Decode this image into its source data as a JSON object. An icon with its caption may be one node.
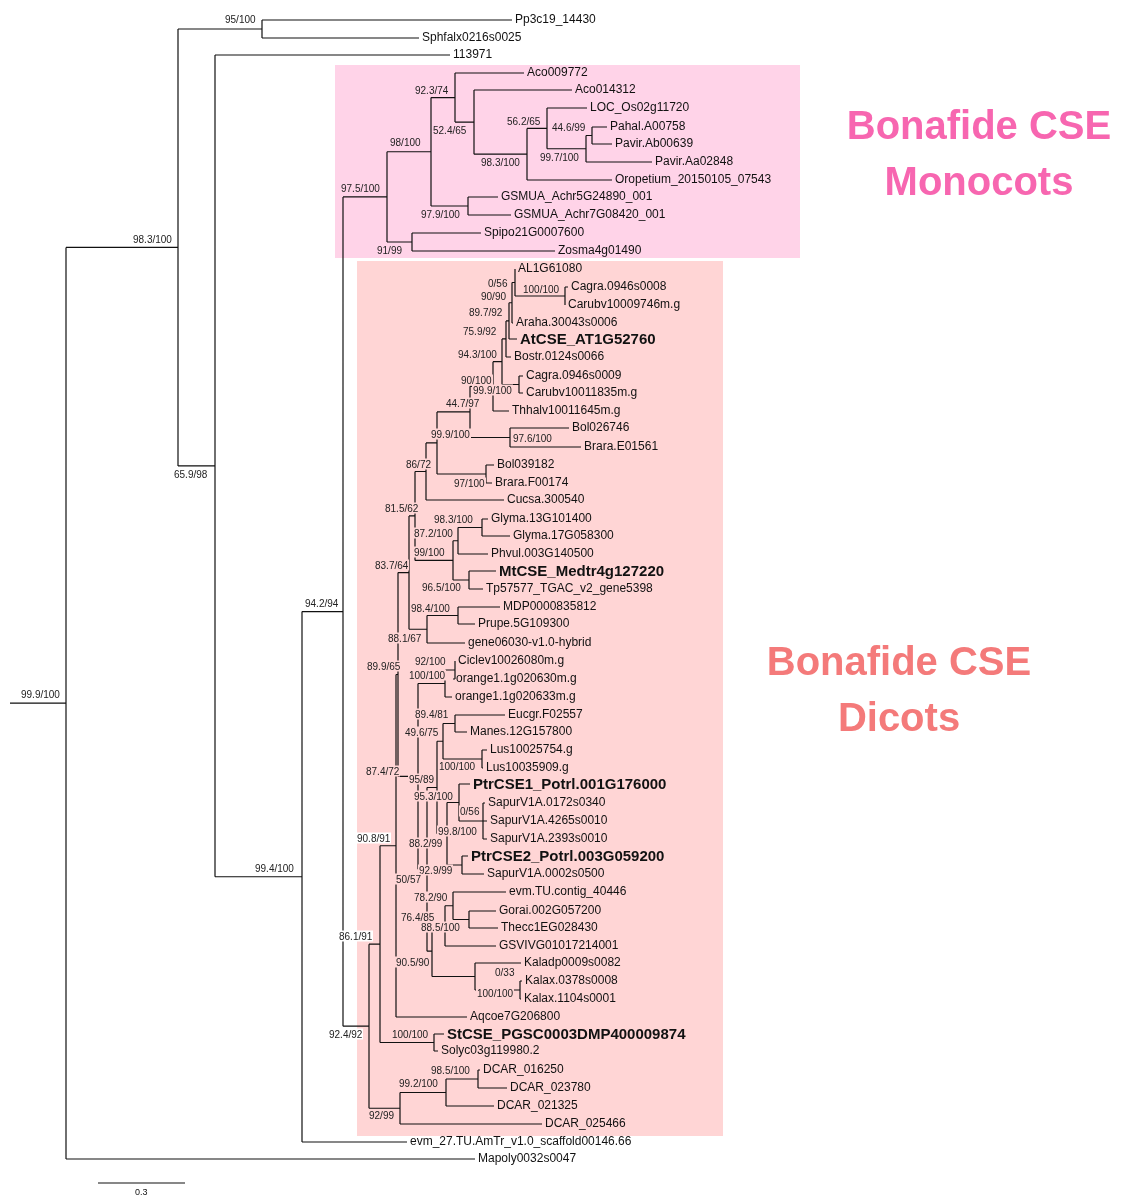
{
  "diagram": {
    "nodes": [
      {
        "text": [
          "Bonafide CSE Monocots"
        ]
      },
      {
        "text": [
          "Bonafide CSE Dicots"
        ]
      }
    ],
    "labels": [
      "95/100",
      "Pp3c19_14430",
      "Sphfalx0216s0025",
      "113971",
      "Aco009772",
      "92.3/74",
      "Aco014312",
      "LOC_Os02g11720",
      "56.2/65",
      "44.6/99",
      "Pahal.A00758",
      "52.4/65",
      "98/100",
      "Pavir.Ab00639",
      "99.7/100",
      "98.3/100",
      "Pavir.Aa02848",
      "Oropetium_20150105_07543",
      "97.5/100",
      "GSMUA_Achr5G24890_001",
      "97.9/100",
      "GSMUA_Achr7G08420_001",
      "Spipo21G0007600",
      "98.3/100",
      "91/99",
      "Zosma4g01490",
      "AL1G61080",
      "0/56",
      "Cagra.0946s0008",
      "100/100",
      "90/90",
      "Carubv10009746m.g",
      "89.7/92",
      "Araha.30043s0006",
      "75.9/92",
      "AtCSE_AT1G52760",
      "94.3/100",
      "Bostr.0124s0066",
      "Cagra.0946s0009",
      "90/100",
      "99.9/100",
      "Carubv10011835m.g",
      "44.7/97",
      "Thhalv10011645m.g",
      "Bol026746",
      "99.9/100",
      "97.6/100",
      "Brara.E01561",
      "86/72",
      "Bol039182",
      "65.9/98",
      "97/100",
      "Brara.F00174",
      "Cucsa.300540",
      "81.5/62",
      "98.3/100",
      "Glyma.13G101400",
      "87.2/100",
      "Glyma.17G058300",
      "99/100",
      "Phvul.003G140500",
      "83.7/64",
      "MtCSE_Medtr4g127220",
      "96.5/100",
      "Tp57577_TGAC_v2_gene5398",
      "94.2/94",
      "98.4/100",
      "MDP0000835812",
      "Prupe.5G109300",
      "88.1/67",
      "gene06030-v1.0-hybrid",
      "92/100",
      "Ciclev10026080m.g",
      "89.9/65",
      "100/100",
      "orange1.1g020630m.g",
      "99.9/100",
      "orange1.1g020633m.g",
      "89.4/81",
      "Eucgr.F02557",
      "49.6/75",
      "Manes.12G157800",
      "Lus10025754.g",
      "100/100",
      "Lus10035909.g",
      "87.4/72",
      "95/89",
      "PtrCSE1_Potrl.001G176000",
      "95.3/100",
      "SapurV1A.0172s0340",
      "0/56",
      "SapurV1A.4265s0010",
      "99.8/100",
      "90.8/91",
      "SapurV1A.2393s0010",
      "88.2/99",
      "PtrCSE2_Potrl.003G059200",
      "99.4/100",
      "92.9/99",
      "SapurV1A.0002s0500",
      "50/57",
      "evm.TU.contig_40446",
      "78.2/90",
      "Gorai.002G057200",
      "76.4/85",
      "88.5/100",
      "Thecc1EG028430",
      "86.1/91",
      "GSVIVG01017214001",
      "90.5/90",
      "Kaladp0009s0082",
      "0/33",
      "Kalax.0378s0008",
      "100/100",
      "Kalax.1104s0001",
      "Aqcoe7G206800",
      "92.4/92",
      "100/100",
      "StCSE_PGSC0003DMP400009874",
      "Solyc03g119980.2",
      "98.5/100",
      "DCAR_016250",
      "99.2/100",
      "DCAR_023780",
      "DCAR_021325",
      "92/99",
      "DCAR_025466",
      "evm_27.TU.AmTr_v1.0_scaffold00146.66",
      "Mapoly0032s0047",
      "0.3"
    ]
  }
}
